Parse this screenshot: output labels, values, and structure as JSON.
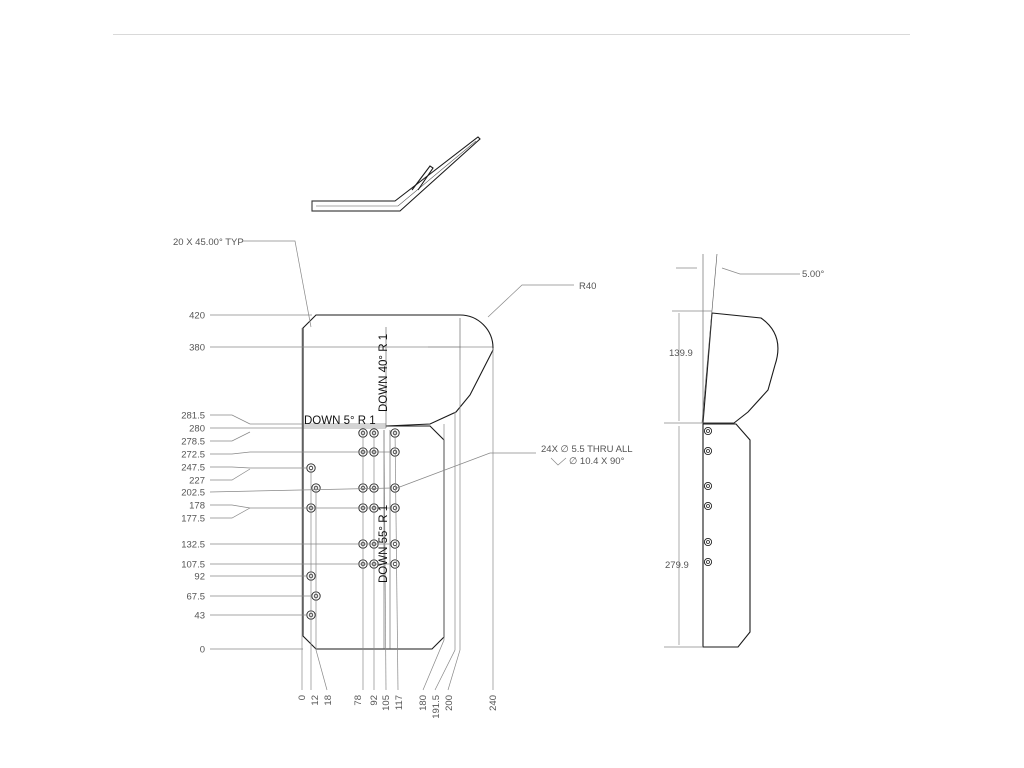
{
  "notes": {
    "chamfer": "20 X 45.00° TYP",
    "radius": "R40",
    "side_angle": "5.00°",
    "hole_callout_1": "24X ∅ 5.5 THRU ALL",
    "hole_callout_2": "∅ 10.4 X 90°"
  },
  "bend_labels": {
    "top": "DOWN  40°  R 1",
    "left": "DOWN  5°  R 1",
    "middle": "DOWN  55°  R 1"
  },
  "left_dims": [
    "420",
    "380",
    "281.5",
    "280",
    "278.5",
    "272.5",
    "247.5",
    "227",
    "202.5",
    "178",
    "177.5",
    "132.5",
    "107.5",
    "92",
    "67.5",
    "43",
    "0"
  ],
  "bottom_dims": [
    "0",
    "12",
    "18",
    "78",
    "92",
    "105",
    "117",
    "180",
    "191.5",
    "200",
    "240"
  ],
  "side_dims": {
    "upper": "139.9",
    "lower": "279.9"
  }
}
